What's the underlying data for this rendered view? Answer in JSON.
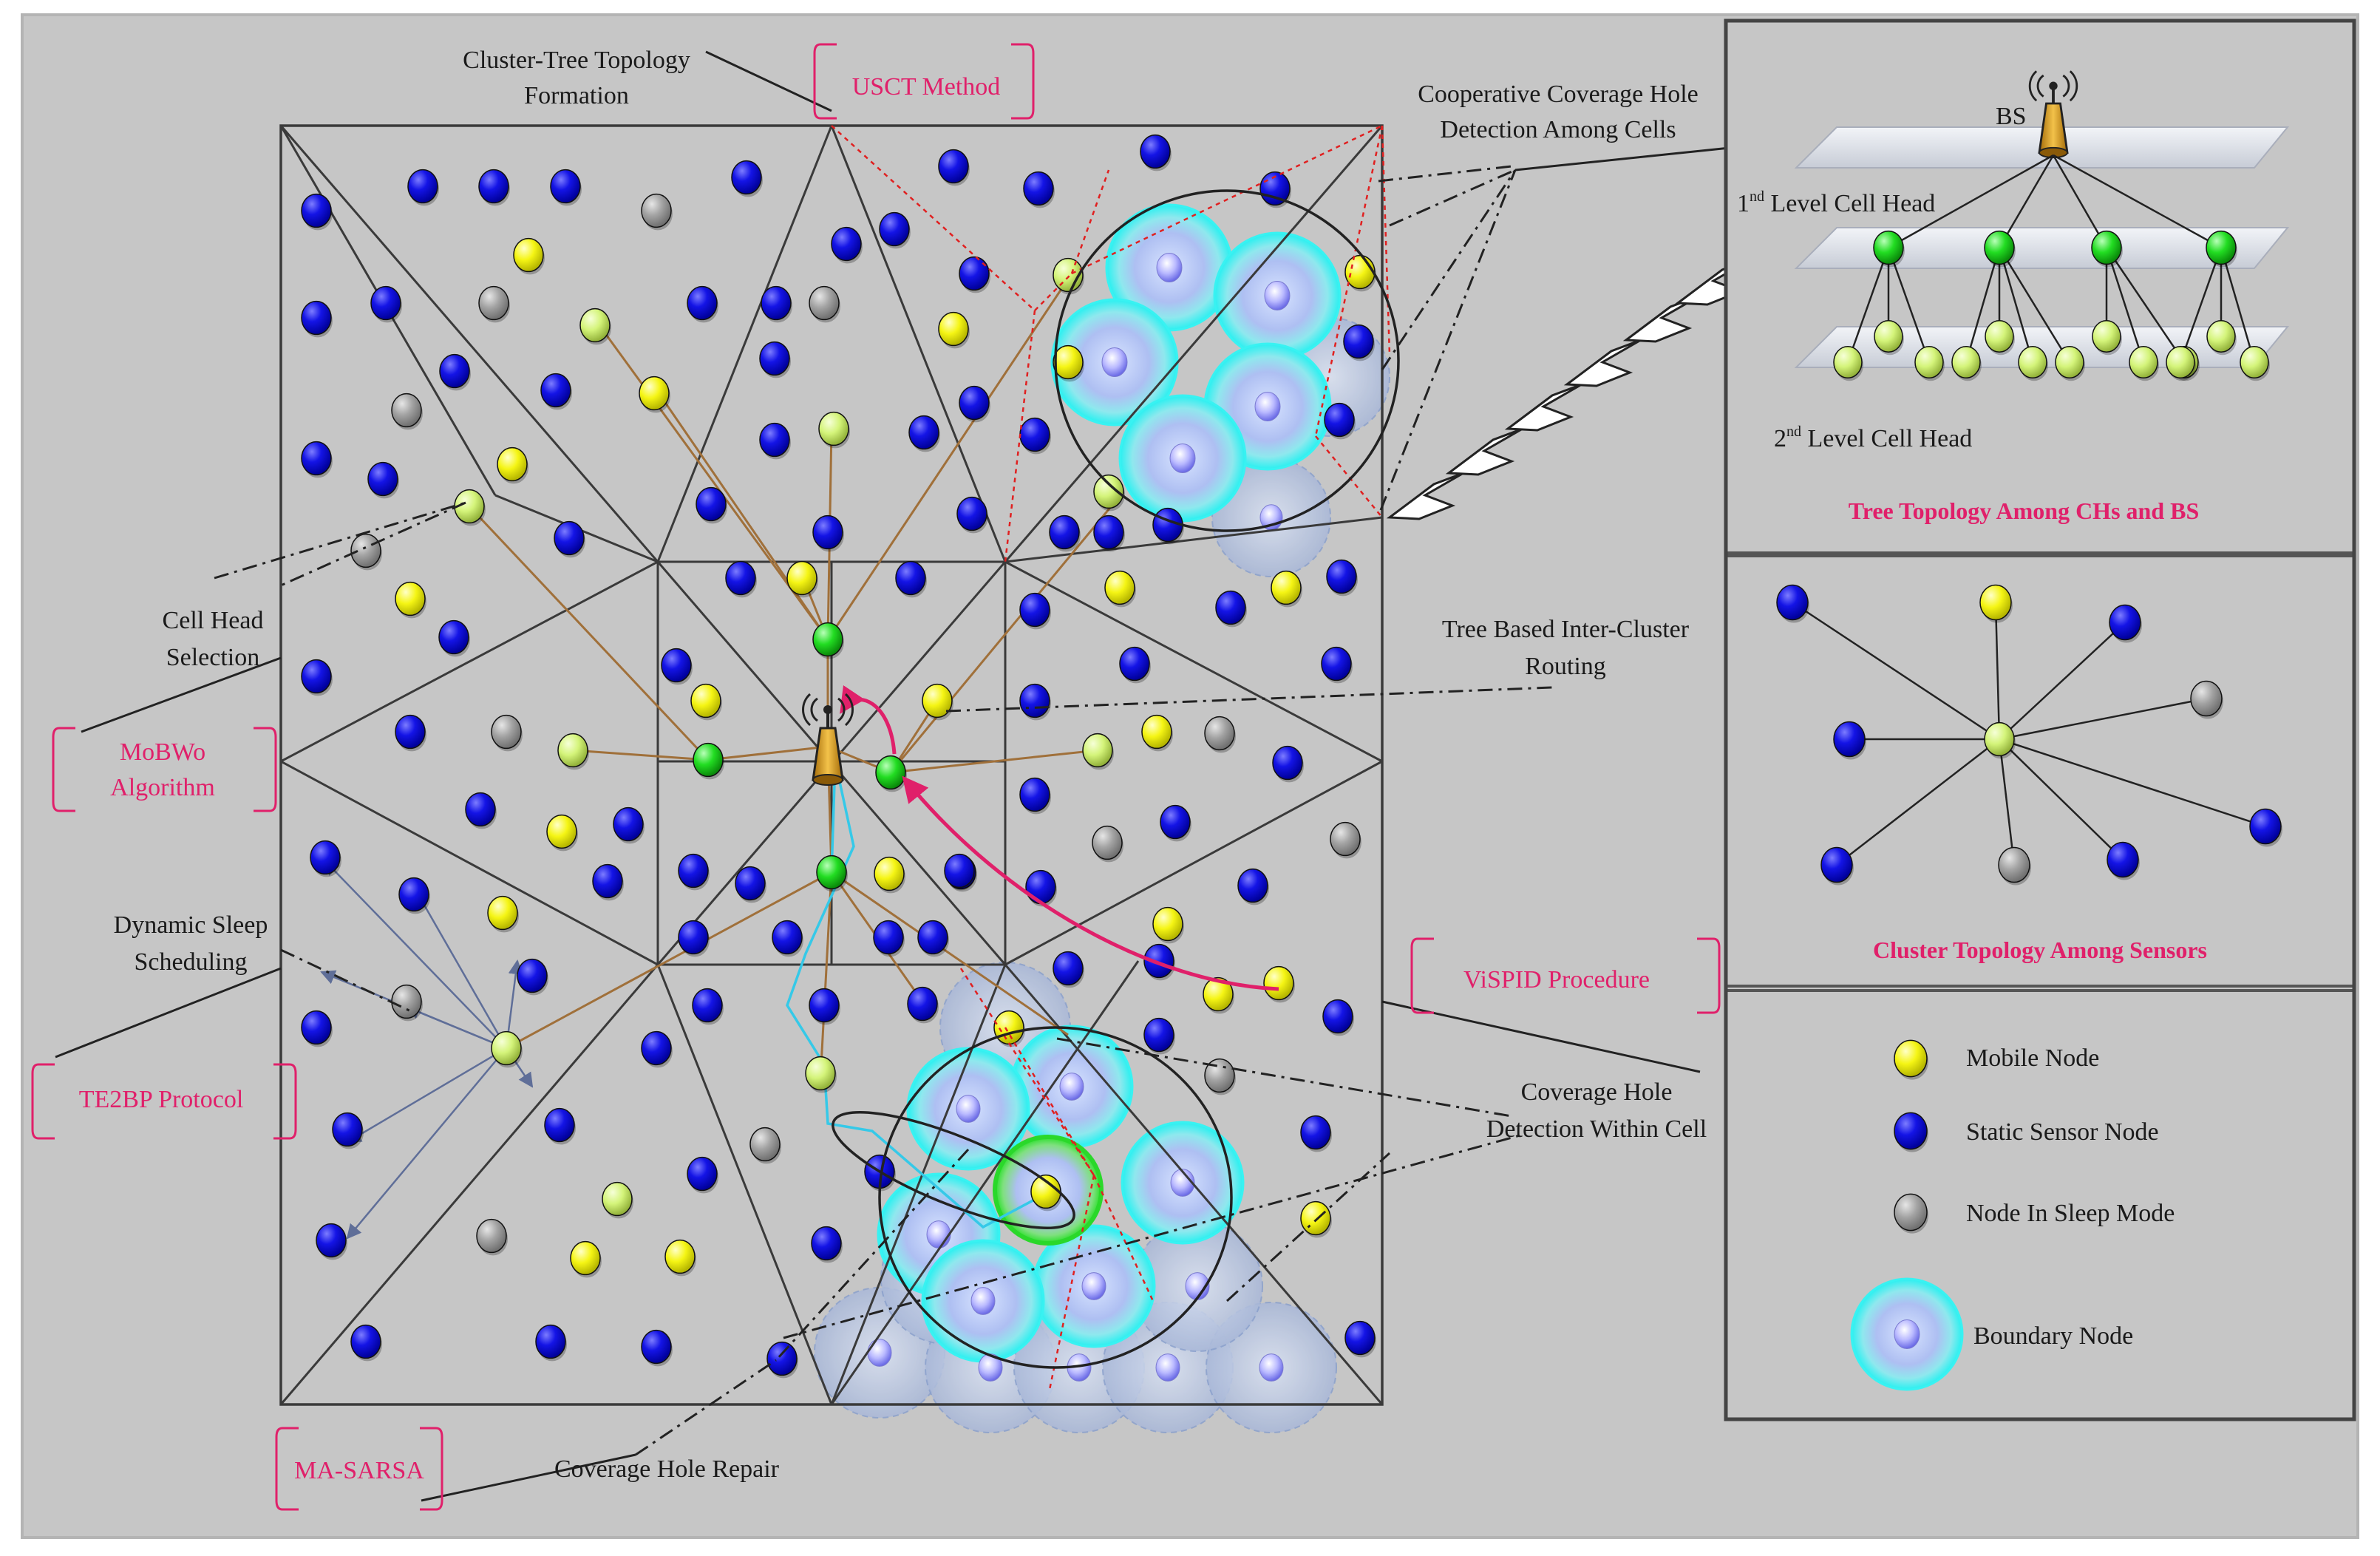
{
  "labels": {
    "cluster_tree": [
      "Cluster-Tree Topology",
      "Formation"
    ],
    "usct": "USCT Method",
    "coop": [
      "Cooperative Coverage Hole",
      "Detection Among Cells"
    ],
    "cell_head": [
      "Cell Head",
      "Selection"
    ],
    "mobwo": [
      "MoBWo",
      "Algorithm"
    ],
    "dynamic_sleep": [
      "Dynamic Sleep",
      "Scheduling"
    ],
    "te2bp": "TE2BP Protocol",
    "tree_routing": [
      "Tree Based Inter-Cluster",
      "Routing"
    ],
    "vispid": "ViSPID Procedure",
    "hole_within": [
      "Coverage Hole",
      "Detection Within Cell"
    ],
    "ma_sarsa": "MA-SARSA",
    "hole_repair": "Coverage Hole Repair"
  },
  "tree_panel": {
    "bs": "BS",
    "level1": {
      "pre": "1",
      "sup": "nd",
      "post": " Level Cell Head"
    },
    "level2": {
      "pre": "2",
      "sup": "nd",
      "post": " Level Cell Head"
    },
    "title": "Tree Topology Among CHs and BS"
  },
  "cluster_panel": {
    "title": "Cluster Topology Among Sensors"
  },
  "legend": {
    "mobile": "Mobile Node",
    "static": "Static Sensor Node",
    "sleep": "Node In Sleep Mode",
    "boundary": "Boundary Node"
  },
  "colors": {
    "background": "#c6c6c6",
    "static_node": "#0a0ad8",
    "mobile_node": "#f5f514",
    "sleep_node": "#a3a3a3",
    "cell_head": "#22dd22",
    "accent_red": "#e0206a"
  }
}
